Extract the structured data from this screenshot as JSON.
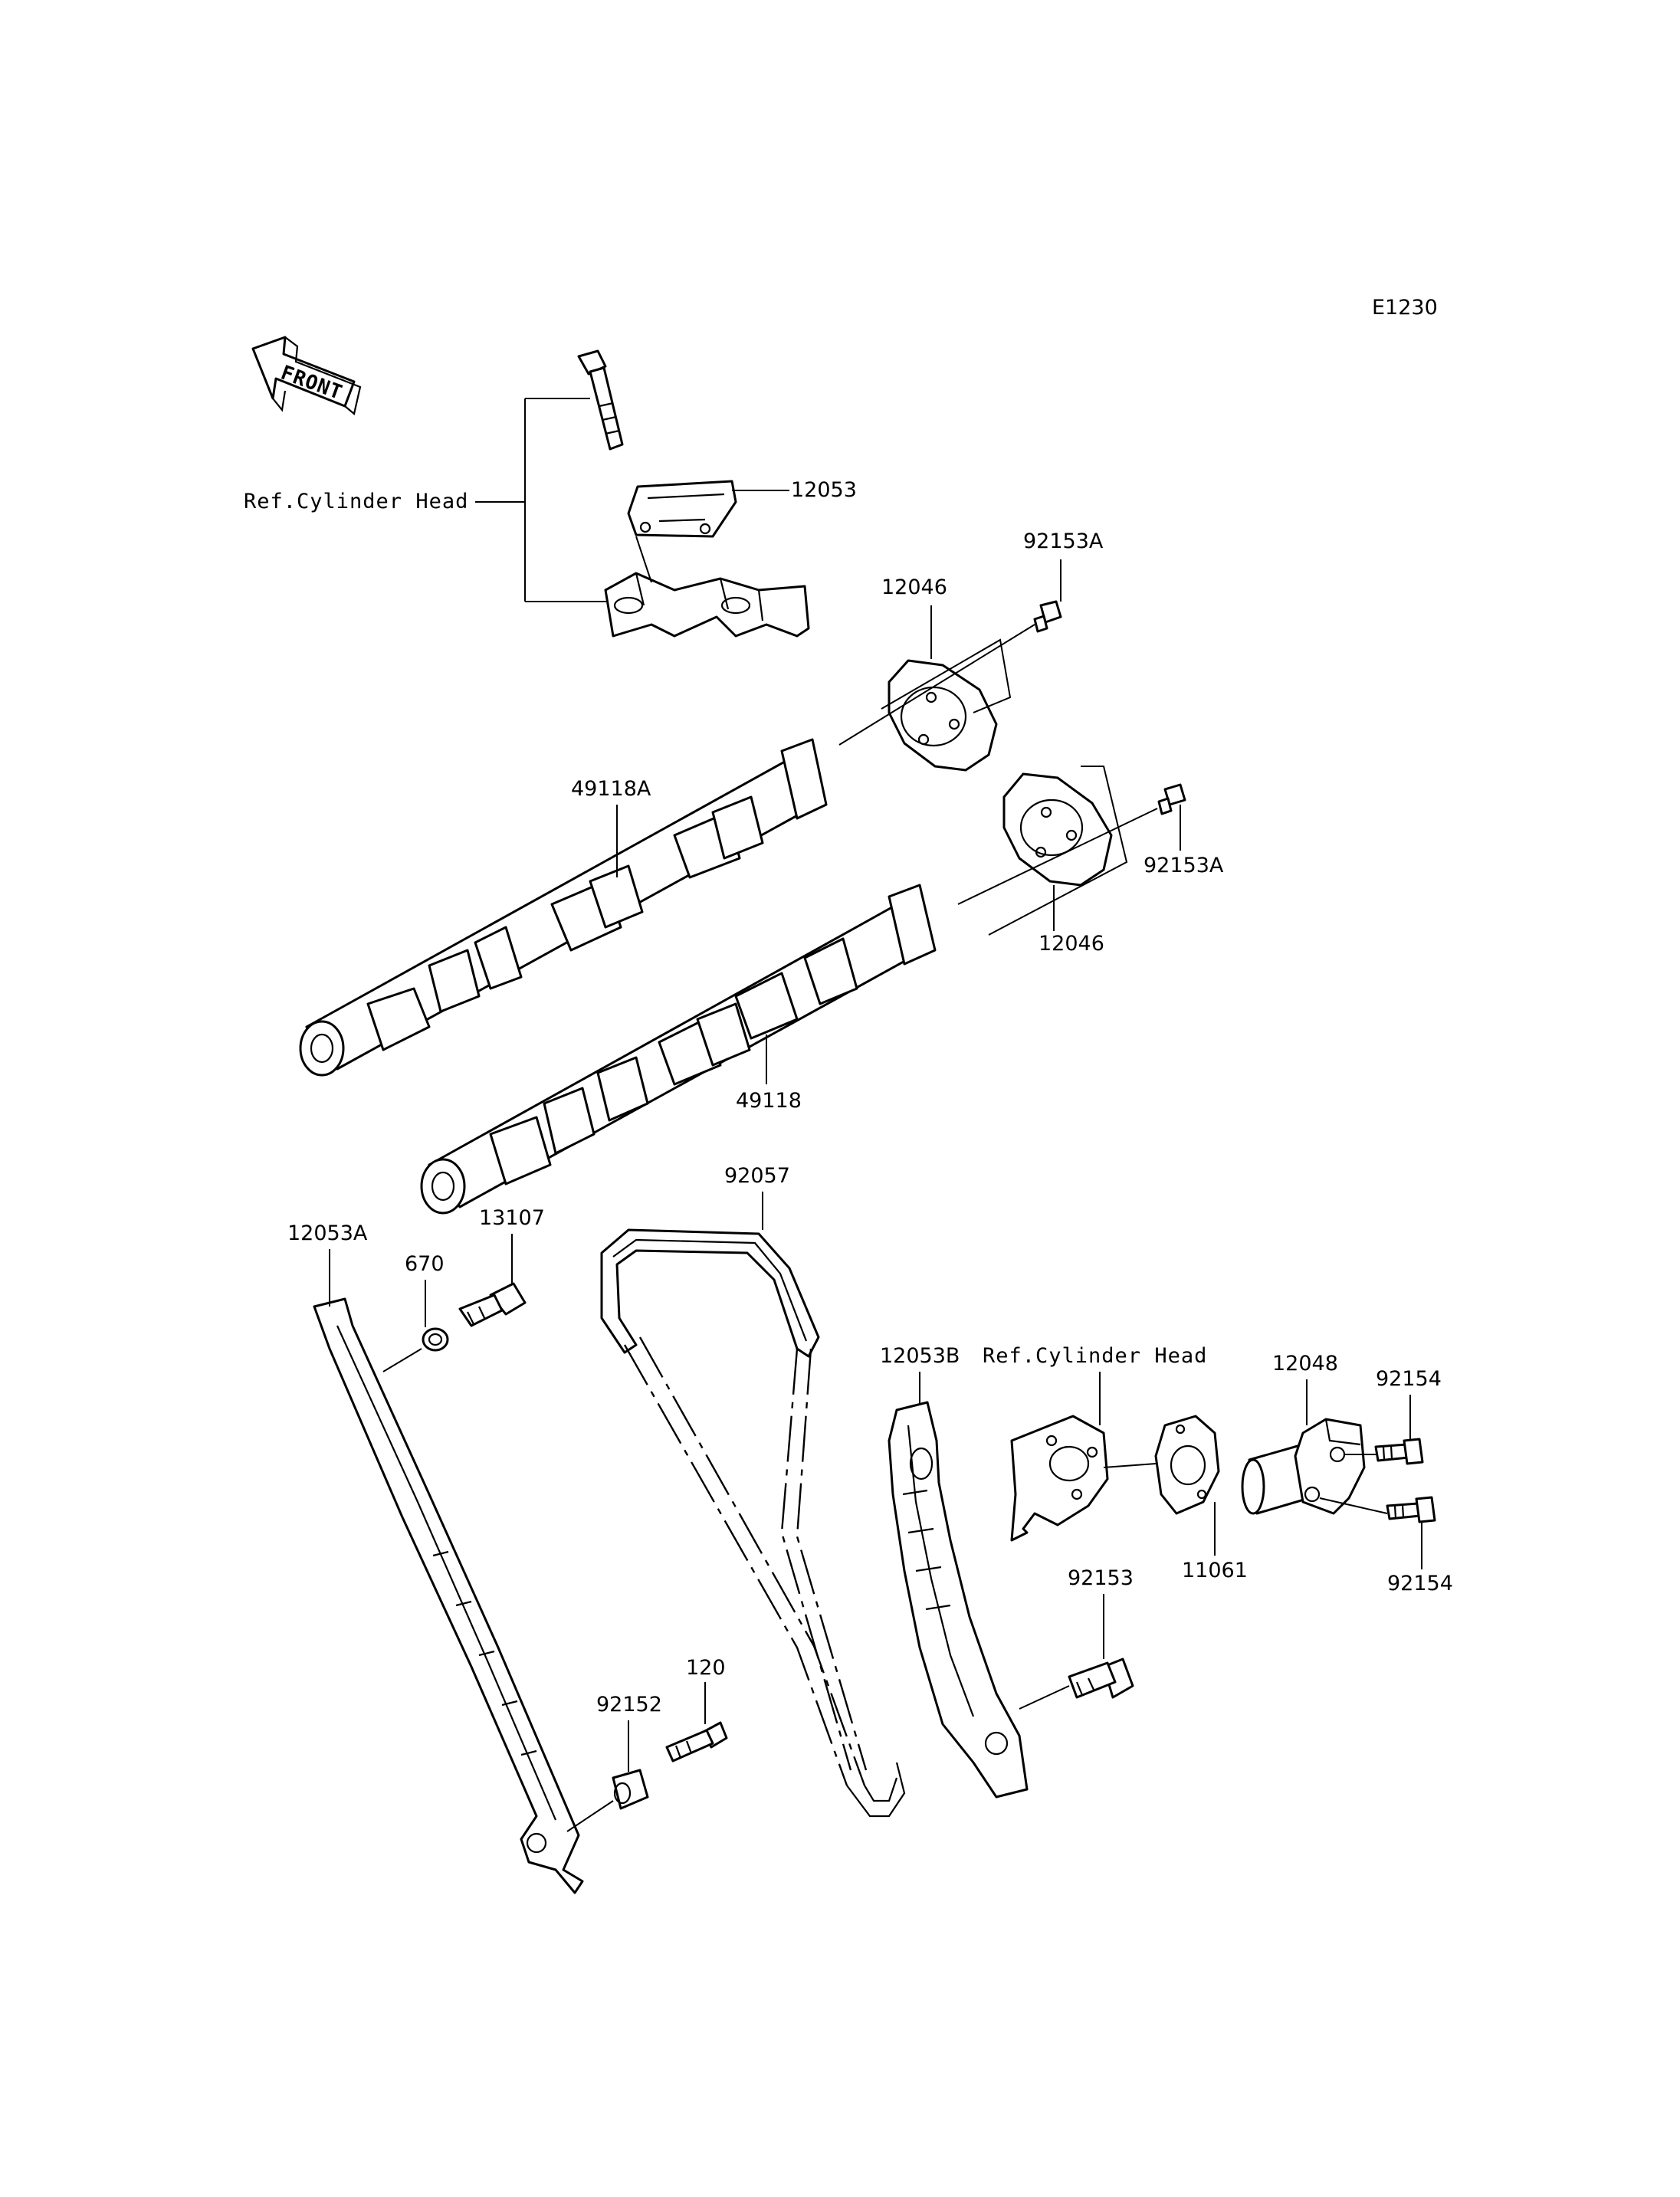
{
  "diagram_code": "E1230",
  "front_label": "FRONT",
  "ref_labels": {
    "top": "Ref.Cylinder Head",
    "right": "Ref.Cylinder Head"
  },
  "callouts": {
    "p12053": "12053",
    "p92153A_top": "92153A",
    "p12046_top": "12046",
    "p49118A": "49118A",
    "p92153A_right": "92153A",
    "p12046_bottom": "12046",
    "p49118": "49118",
    "p92057": "92057",
    "p12053A": "12053A",
    "p13107": "13107",
    "p670": "670",
    "p12053B": "12053B",
    "p12048": "12048",
    "p92154_top": "92154",
    "p92154_bottom": "92154",
    "p11061": "11061",
    "p92153": "92153",
    "p120": "120",
    "p92152": "92152"
  }
}
